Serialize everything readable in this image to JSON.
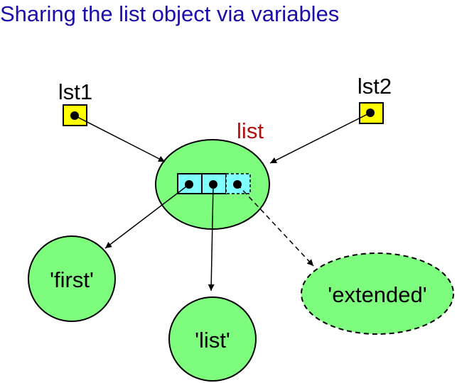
{
  "title": "Sharing the list object via variables",
  "colors": {
    "title": "#1a0dab",
    "list_label": "#b01010",
    "ellipse_fill": "#7dfc7d",
    "variable_fill": "#ffff00",
    "cell_fill": "#7fffff",
    "stroke": "#000000"
  },
  "variables": [
    {
      "name": "lst1",
      "icon": "variable-box"
    },
    {
      "name": "lst2",
      "icon": "variable-box"
    }
  ],
  "list_object": {
    "label": "list",
    "cells": 3,
    "extended_cell_dashed": true
  },
  "elements": [
    {
      "value": "'first'",
      "style": "solid"
    },
    {
      "value": "'list'",
      "style": "solid"
    },
    {
      "value": "'extended'",
      "style": "dashed"
    }
  ]
}
